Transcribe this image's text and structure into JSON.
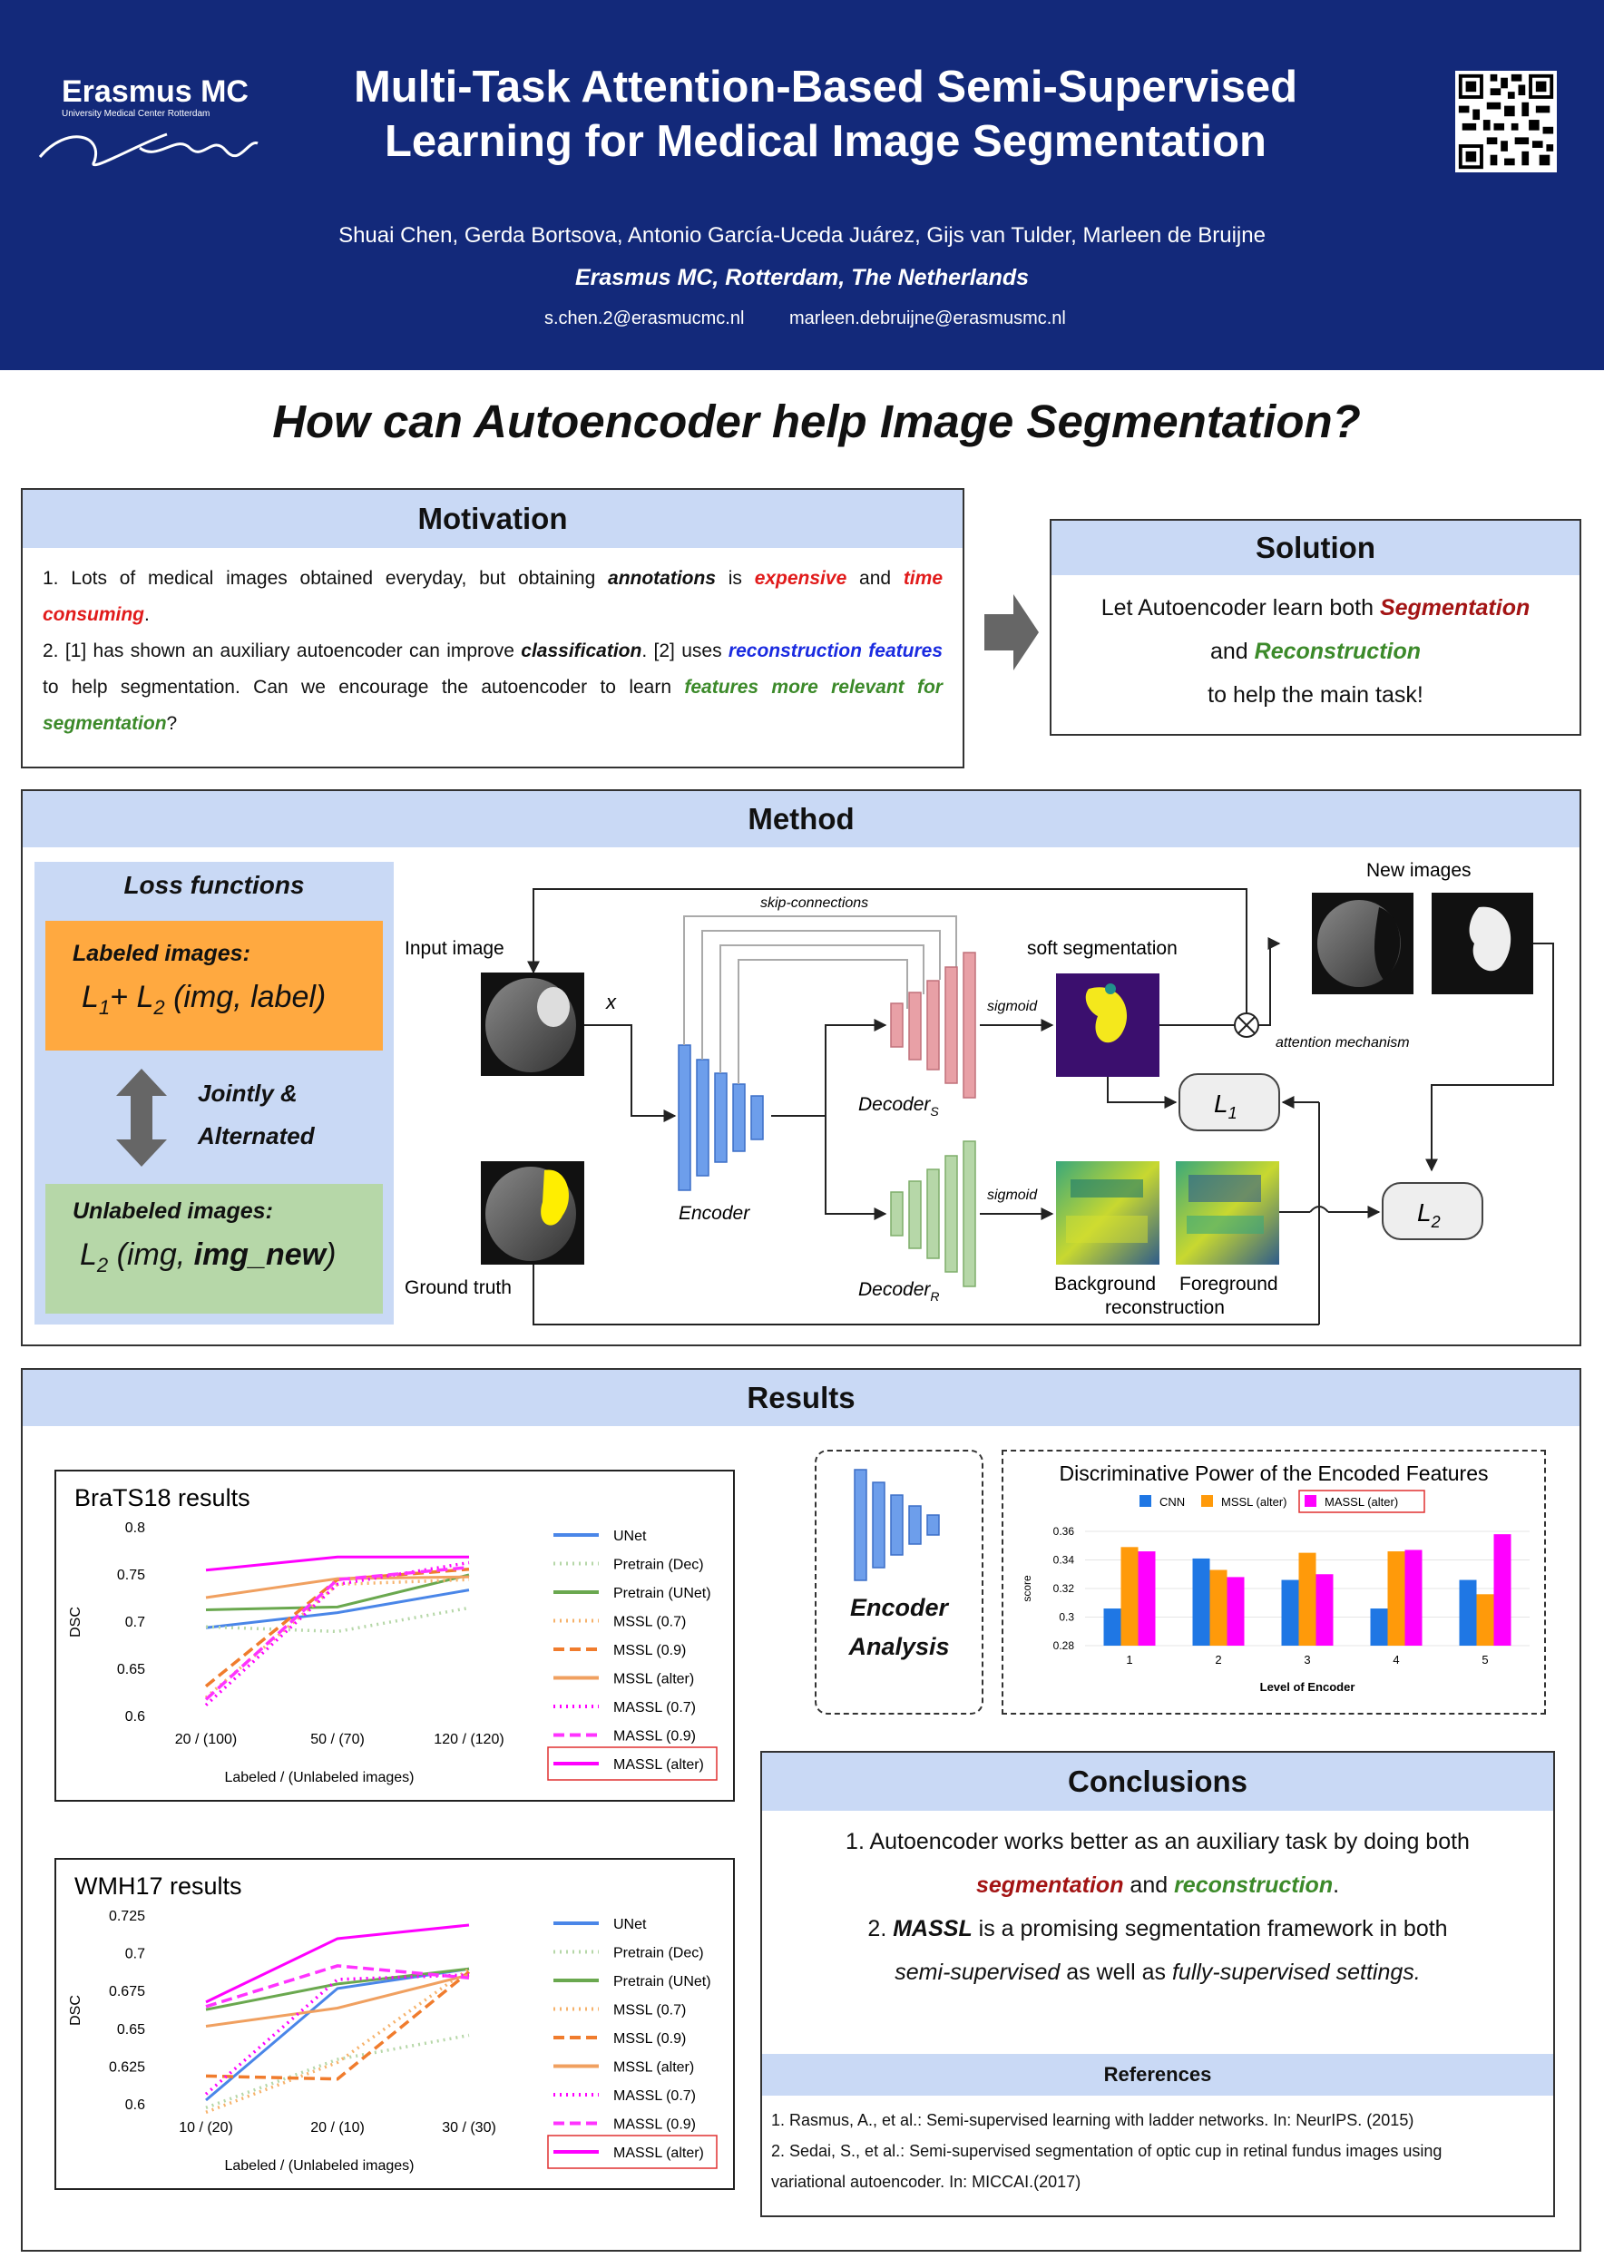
{
  "header": {
    "logo_main": "Erasmus MC",
    "logo_sub": "University Medical Center Rotterdam",
    "logo_script": "Ezafung",
    "title_line1": "Multi-Task Attention-Based Semi-Supervised",
    "title_line2": "Learning for Medical Image Segmentation",
    "authors": "Shuai Chen, Gerda Bortsova, Antonio García-Uceda Juárez, Gijs van Tulder, Marleen de Bruijne",
    "affiliation": "Erasmus MC, Rotterdam, The Netherlands",
    "email1": "s.chen.2@erasmucmc.nl",
    "email2": "marleen.debruijne@erasmusmc.nl"
  },
  "question": "How can Autoencoder help Image Segmentation?",
  "motivation": {
    "title": "Motivation",
    "p1_a": "1. Lots of medical images obtained everyday, but obtaining ",
    "p1_b": "annotations",
    "p1_c": " is ",
    "p1_d": "expensive",
    "p1_e": " and ",
    "p1_f": "time consuming",
    "p1_g": ".",
    "p2_a": "2. [1] has shown an auxiliary autoencoder can improve ",
    "p2_b": "classification",
    "p2_c": ". [2] uses ",
    "p2_d": "reconstruction features",
    "p2_e": " to help segmentation. Can we encourage the autoencoder to learn ",
    "p2_f": "features more relevant for segmentation",
    "p2_g": "?"
  },
  "solution": {
    "title": "Solution",
    "l1_a": "Let Autoencoder learn both ",
    "l1_b": "Segmentation",
    "l2_a": "and ",
    "l2_b": "Reconstruction",
    "l3": "to help the main task!"
  },
  "method": {
    "title": "Method",
    "loss_title": "Loss functions",
    "labeled_title": "Labeled images:",
    "labeled_formula_a": "L",
    "labeled_formula_s1": "1",
    "labeled_formula_b": "+ L",
    "labeled_formula_s2": "2",
    "labeled_formula_c": " (img, label)",
    "jointly": "Jointly &",
    "alternated": "Alternated",
    "unlabeled_title": "Unlabeled images:",
    "unlabeled_formula_a": "L",
    "unlabeled_formula_s": "2",
    "unlabeled_formula_b": " (img, ",
    "unlabeled_formula_c": "img_new",
    "unlabeled_formula_d": ")",
    "diagram": {
      "input_image": "Input image",
      "ground_truth": "Ground truth",
      "x": "x",
      "skip": "skip-connections",
      "encoder": "Encoder",
      "decoder_s": "Decoder",
      "decoder_s_sub": "S",
      "decoder_r": "Decoder",
      "decoder_r_sub": "R",
      "sigmoid1": "sigmoid",
      "sigmoid2": "sigmoid",
      "soft_seg": "soft segmentation",
      "new_images": "New images",
      "attention": "attention mechanism",
      "l1": "L",
      "l1_sub": "1",
      "l2": "L",
      "l2_sub": "2",
      "bg": "Background",
      "fg": "Foreground",
      "recon": "reconstruction"
    }
  },
  "results": {
    "title": "Results",
    "encoder_analysis_1": "Encoder",
    "encoder_analysis_2": "Analysis",
    "legend_labels": [
      "UNet",
      "Pretrain (Dec)",
      "Pretrain (UNet)",
      "MSSL (0.7)",
      "MSSL (0.9)",
      "MSSL (alter)",
      "MASSL (0.7)",
      "MASSL (0.9)",
      "MASSL (alter)"
    ]
  },
  "conclusions": {
    "title": "Conclusions",
    "c1_a": "1. Autoencoder works better as an auxiliary task by doing both",
    "c1_b": "segmentation",
    "c1_c": " and ",
    "c1_d": "reconstruction",
    "c1_e": ".",
    "c2_a": "2. ",
    "c2_b": "MASSL",
    "c2_c": " is a promising segmentation framework in both",
    "c2_d": "semi-supervised",
    "c2_e": " as well as ",
    "c2_f": "fully-supervised settings.",
    "refs_title": "References",
    "ref1": "1. Rasmus, A., et al.: Semi-supervised learning with ladder networks. In: NeurIPS. (2015)",
    "ref2": "2. Sedai, S., et al.: Semi-supervised segmentation of optic cup in retinal fundus images using",
    "ref3": "variational autoencoder. In: MICCAI.(2017)"
  },
  "chart_data": [
    {
      "type": "line",
      "title": "BraTS18 results",
      "xlabel": "Labeled / (Unlabeled images)",
      "ylabel": "DSC",
      "categories": [
        "20 / (100)",
        "50 / (70)",
        "120 / (120)"
      ],
      "ylim": [
        0.6,
        0.8
      ],
      "yticks": [
        "0.6",
        "0.65",
        "0.7",
        "0.75",
        "0.8"
      ],
      "series": [
        {
          "name": "UNet",
          "values": [
            0.694,
            0.71,
            0.734
          ],
          "color": "#4a86e8",
          "dash": "solid"
        },
        {
          "name": "Pretrain (Dec)",
          "values": [
            0.695,
            0.69,
            0.715
          ],
          "color": "#b6d7a8",
          "dash": "dot"
        },
        {
          "name": "Pretrain (UNet)",
          "values": [
            0.713,
            0.716,
            0.75
          ],
          "color": "#6aa84f",
          "dash": "solid"
        },
        {
          "name": "MSSL (0.7)",
          "values": [
            0.62,
            0.74,
            0.745
          ],
          "color": "#f6b26b",
          "dash": "dot"
        },
        {
          "name": "MSSL (0.9)",
          "values": [
            0.632,
            0.745,
            0.756
          ],
          "color": "#f07c2d",
          "dash": "dash"
        },
        {
          "name": "MSSL (alter)",
          "values": [
            0.726,
            0.746,
            0.748
          ],
          "color": "#f0a060",
          "dash": "solid"
        },
        {
          "name": "MASSL (0.7)",
          "values": [
            0.612,
            0.74,
            0.763
          ],
          "color": "#ff00ff",
          "dash": "dot"
        },
        {
          "name": "MASSL (0.9)",
          "values": [
            0.618,
            0.745,
            0.758
          ],
          "color": "#ff33ff",
          "dash": "dash"
        },
        {
          "name": "MASSL (alter)",
          "values": [
            0.755,
            0.769,
            0.769
          ],
          "color": "#ff00ff",
          "dash": "solid"
        }
      ]
    },
    {
      "type": "line",
      "title": "WMH17 results",
      "xlabel": "Labeled / (Unlabeled images)",
      "ylabel": "DSC",
      "categories": [
        "10 / (20)",
        "20 / (10)",
        "30 / (30)"
      ],
      "ylim": [
        0.6,
        0.725
      ],
      "yticks": [
        "0.6",
        "0.625",
        "0.65",
        "0.675",
        "0.7",
        "0.725"
      ],
      "series": [
        {
          "name": "UNet",
          "values": [
            0.603,
            0.677,
            0.69
          ],
          "color": "#4a86e8",
          "dash": "solid"
        },
        {
          "name": "Pretrain (Dec)",
          "values": [
            0.598,
            0.63,
            0.646
          ],
          "color": "#b6d7a8",
          "dash": "dot"
        },
        {
          "name": "Pretrain (UNet)",
          "values": [
            0.663,
            0.68,
            0.69
          ],
          "color": "#6aa84f",
          "dash": "solid"
        },
        {
          "name": "MSSL (0.7)",
          "values": [
            0.595,
            0.628,
            0.69
          ],
          "color": "#f6b26b",
          "dash": "dot"
        },
        {
          "name": "MSSL (0.9)",
          "values": [
            0.619,
            0.617,
            0.688
          ],
          "color": "#f07c2d",
          "dash": "dash"
        },
        {
          "name": "MSSL (alter)",
          "values": [
            0.652,
            0.664,
            0.686
          ],
          "color": "#f0a060",
          "dash": "solid"
        },
        {
          "name": "MASSL (0.7)",
          "values": [
            0.607,
            0.683,
            0.686
          ],
          "color": "#ff00ff",
          "dash": "dot"
        },
        {
          "name": "MASSL (0.9)",
          "values": [
            0.665,
            0.692,
            0.684
          ],
          "color": "#ff33ff",
          "dash": "dash"
        },
        {
          "name": "MASSL (alter)",
          "values": [
            0.668,
            0.71,
            0.719
          ],
          "color": "#ff00ff",
          "dash": "solid"
        }
      ]
    },
    {
      "type": "bar",
      "title": "Discriminative Power of the Encoded Features",
      "xlabel": "Level of Encoder",
      "ylabel": "score",
      "categories": [
        "1",
        "2",
        "3",
        "4",
        "5"
      ],
      "ylim": [
        0.28,
        0.36
      ],
      "yticks": [
        "0.28",
        "0.3",
        "0.32",
        "0.34",
        "0.36"
      ],
      "series": [
        {
          "name": "CNN",
          "values": [
            0.306,
            0.341,
            0.326,
            0.306,
            0.326
          ],
          "color": "#1f77e4"
        },
        {
          "name": "MSSL (alter)",
          "values": [
            0.349,
            0.333,
            0.345,
            0.346,
            0.316
          ],
          "color": "#ff9a0a"
        },
        {
          "name": "MASSL (alter)",
          "values": [
            0.346,
            0.328,
            0.33,
            0.347,
            0.358
          ],
          "color": "#ff00ff"
        }
      ]
    }
  ]
}
